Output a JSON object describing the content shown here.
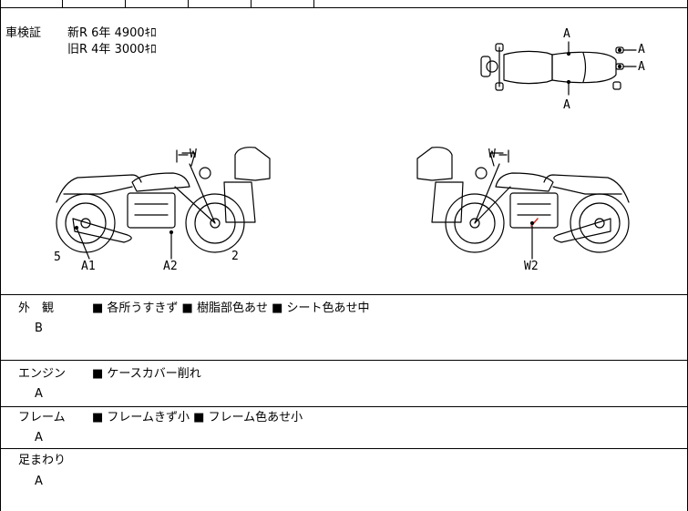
{
  "inspection": {
    "label": "車検証",
    "line1": "新R  6年     4900ｷﾛ",
    "line2": "旧R  4年     3000ｷﾛ"
  },
  "diagram": {
    "top_view_markers": [
      "A",
      "A",
      "A",
      "A"
    ],
    "left_side": {
      "handle_mark": "W",
      "labels": [
        "5",
        "A1",
        "A2",
        "2"
      ]
    },
    "right_side": {
      "handle_mark": "W",
      "labels": [
        "W2"
      ]
    }
  },
  "sections": [
    {
      "label": "外　観",
      "grade": "B",
      "notes": "■ 各所うすきず ■ 樹脂部色あせ ■ シート色あせ中"
    },
    {
      "label": "エンジン",
      "grade": "A",
      "notes": "■ ケースカバー削れ"
    },
    {
      "label": "フレーム",
      "grade": "A",
      "notes": "■ フレームきず小 ■ フレーム色あせ小"
    },
    {
      "label": "足まわり",
      "grade": "A",
      "notes": ""
    }
  ],
  "colors": {
    "line": "#000000",
    "damage_mark": "#d0342c",
    "bg": "#ffffff"
  }
}
